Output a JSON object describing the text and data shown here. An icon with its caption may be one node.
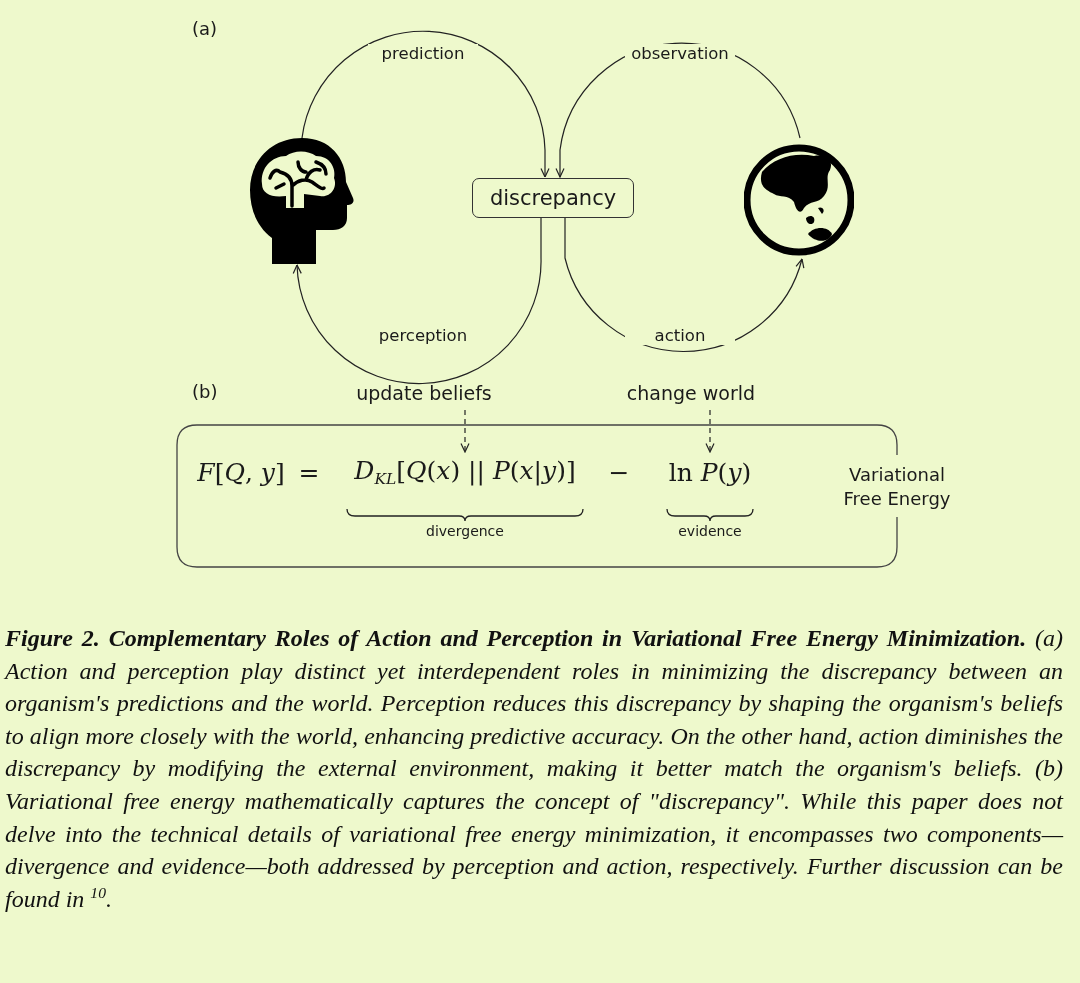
{
  "diagram": {
    "nodes": [
      {
        "text": [],
        "shape": "person"
      },
      {
        "text": [
          "discrepancy"
        ]
      },
      {
        "text": [],
        "shape": "picture"
      },
      {
        "text": [
          "update beliefs"
        ]
      },
      {
        "text": [
          "change world"
        ]
      },
      {
        "text": [
          "*F*[*Q*, *y*]",
          "=",
          "−",
          "Variational Free Energy"
        ]
      },
      {
        "text": [
          "*D*$_{KL}$[*Q*(*x*) || *P*(*x*|*y*)]"
        ],
        "in": 5,
        "beside": [
          "divergence"
        ]
      },
      {
        "text": [
          "ln *P*(*y*)"
        ],
        "in": 5,
        "beside": [
          "evidence"
        ]
      }
    ],
    "edges": [
      {
        "from": 0,
        "to": 1,
        "arrow": "to",
        "label": "prediction"
      },
      {
        "from": 2,
        "to": 1,
        "arrow": "to",
        "label": "observation"
      },
      {
        "from": 1,
        "to": 0,
        "arrow": "to",
        "label": "perception"
      },
      {
        "from": 1,
        "to": 2,
        "arrow": "to",
        "label": "action"
      },
      {
        "from": 3,
        "to": 6,
        "arrow": "to",
        "style": "dashed"
      },
      {
        "from": 4,
        "to": 7,
        "arrow": "to",
        "style": "dashed"
      }
    ],
    "labels": [
      "(a)",
      "(b)"
    ],
    "caption": "**Figure 2. Complementary Roles of Action and Perception in Variational Free Energy Minimization.** (a) Action and perception play distinct yet interdependent roles in minimizing the discrepancy between an organism's predictions and the world. Perception reduces this discrepancy by shaping the organism's beliefs to align more closely with the world, enhancing predictive accuracy. On the other hand, action diminishes the discrepancy by modifying the external environment, making it better match the organism's beliefs. (b) Variational free energy mathematically captures the concept of \"discrepancy\". While this paper does not delve into the technical details of variational free energy minimization, it encompasses two components—divergence and evidence—both addressed by perception and action, respectively. Further discussion can be found in $^{10}$."
  }
}
